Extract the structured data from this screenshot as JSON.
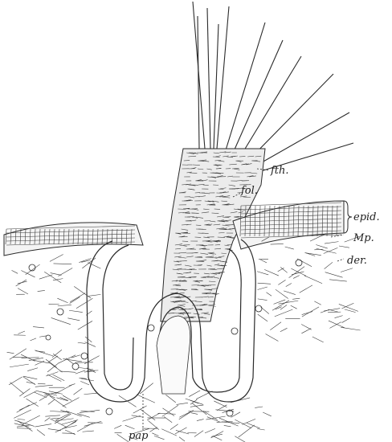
{
  "labels": {
    "feather": "fth.",
    "follicle": "fol.",
    "epidermis": "epid.",
    "malpighian": "Mp.",
    "dermis": "der.",
    "papilla": "pap"
  },
  "colors": {
    "ink": "#2a2a2a",
    "paper": "#ffffff"
  }
}
